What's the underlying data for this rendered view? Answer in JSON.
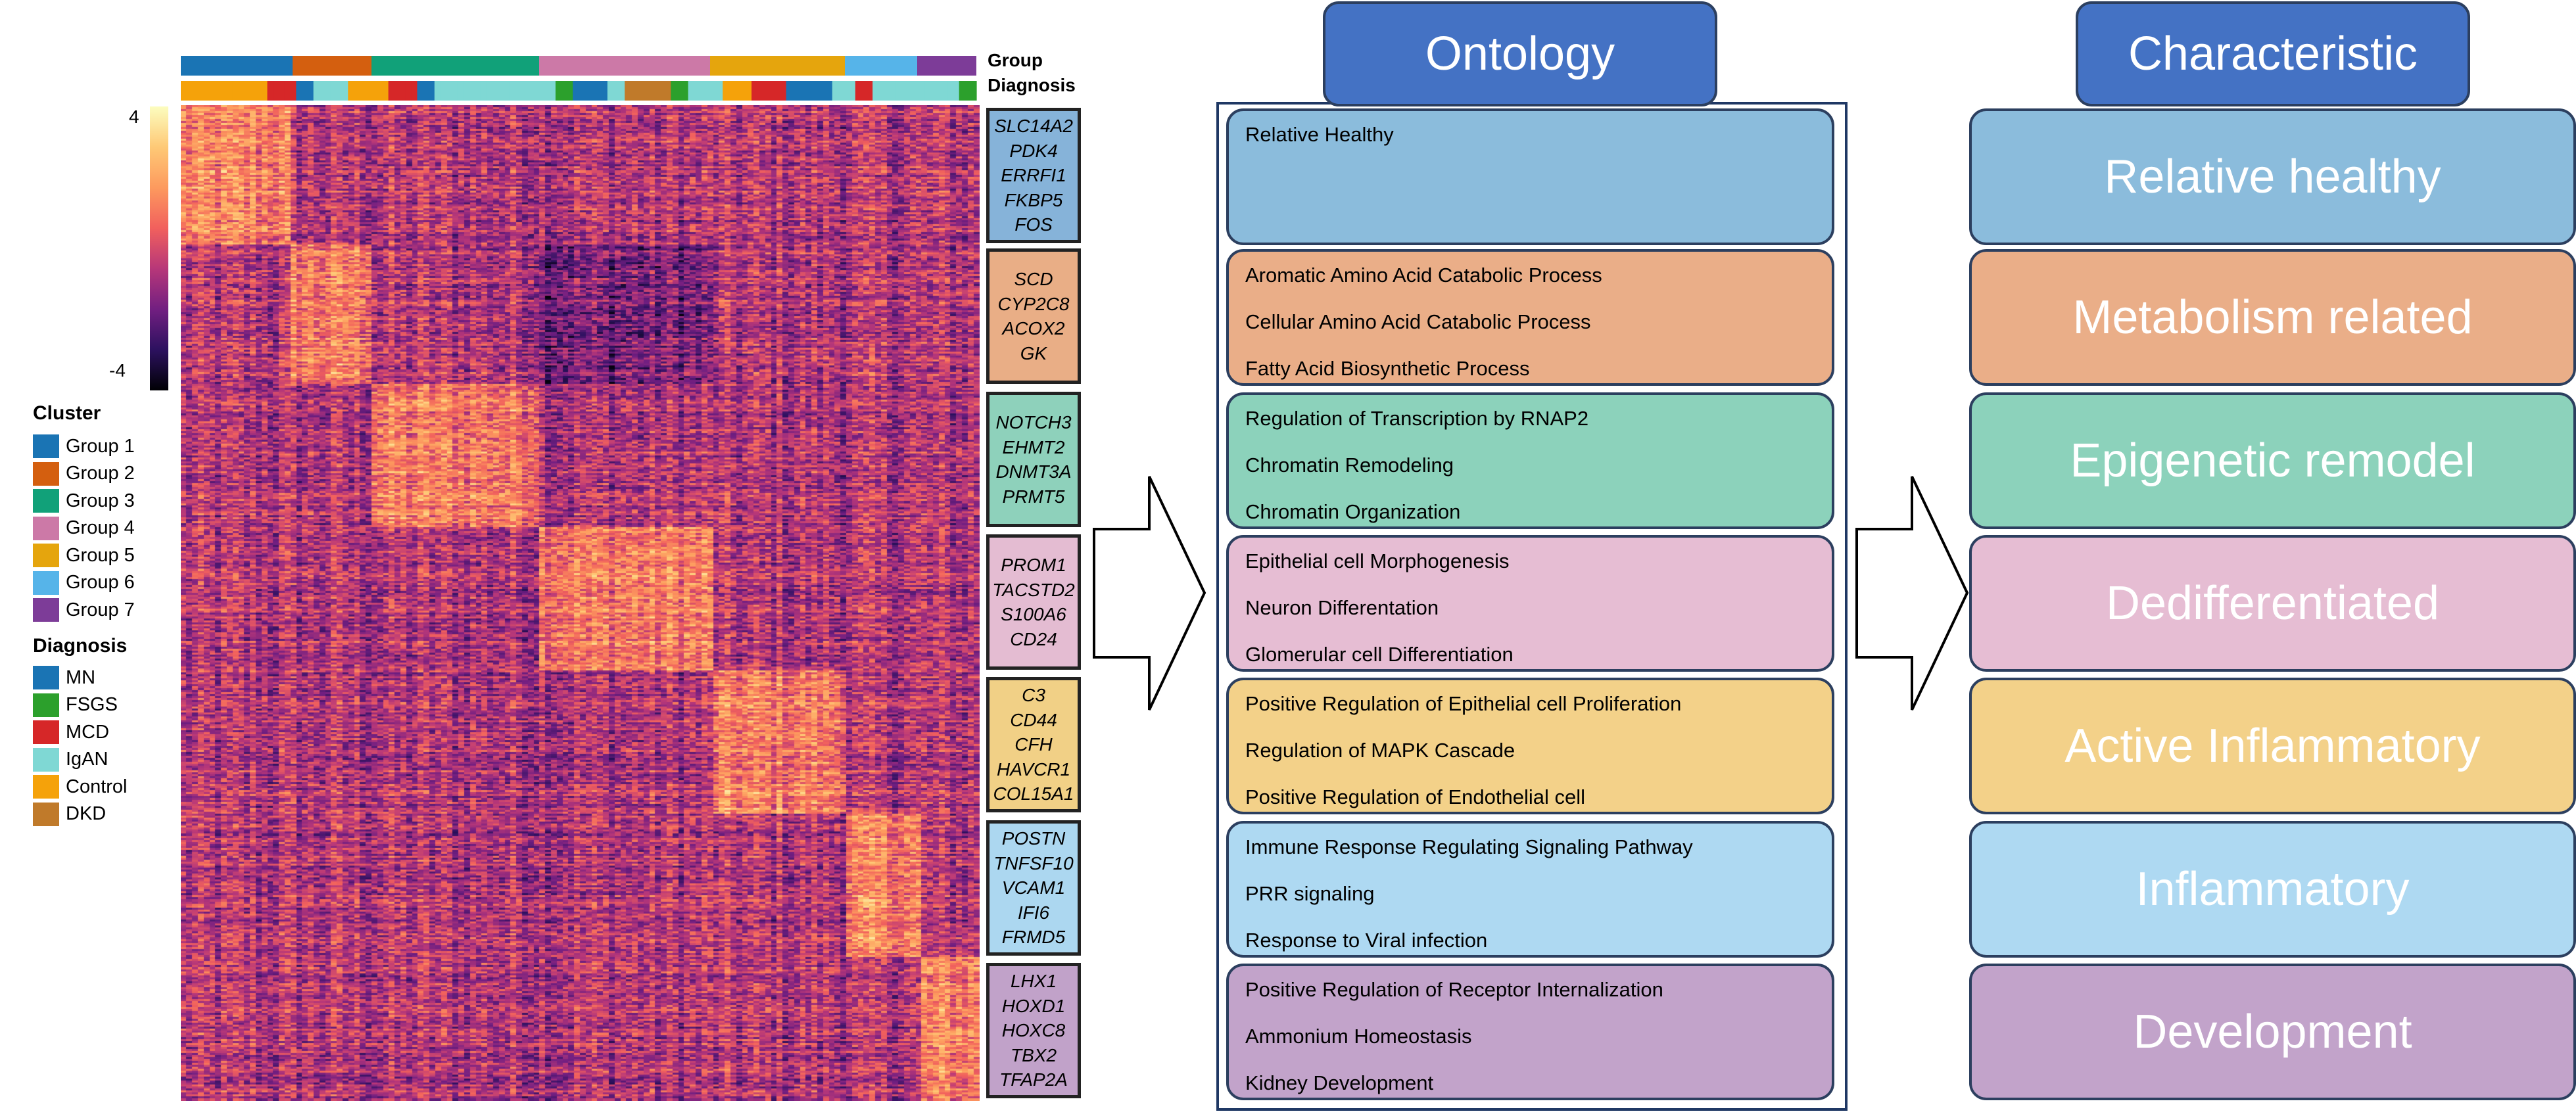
{
  "header_labels": {
    "group": "Group",
    "diagnosis": "Diagnosis"
  },
  "color_scale": {
    "max_label": "4",
    "min_label": "-4",
    "colors": [
      "#fcfdbf",
      "#fec976",
      "#fd9a5e",
      "#f1605d",
      "#b73779",
      "#721f81",
      "#2c115f",
      "#000004"
    ]
  },
  "legend": {
    "cluster_title": "Cluster",
    "clusters": [
      {
        "label": "Group 1",
        "color": "#1a74b4"
      },
      {
        "label": "Group 2",
        "color": "#d45f0f"
      },
      {
        "label": "Group 3",
        "color": "#11a179"
      },
      {
        "label": "Group 4",
        "color": "#cc79a7"
      },
      {
        "label": "Group 5",
        "color": "#e5a50d"
      },
      {
        "label": "Group 6",
        "color": "#56b4e9"
      },
      {
        "label": "Group 7",
        "color": "#7d3c98"
      }
    ],
    "diagnosis_title": "Diagnosis",
    "diagnoses": [
      {
        "label": "MN",
        "color": "#1a74b4"
      },
      {
        "label": "FSGS",
        "color": "#2ca02c"
      },
      {
        "label": "MCD",
        "color": "#d62728"
      },
      {
        "label": "IgAN",
        "color": "#7fd8d4"
      },
      {
        "label": "Control",
        "color": "#f5a20a"
      },
      {
        "label": "DKD",
        "color": "#c07a2a"
      }
    ]
  },
  "gene_boxes": [
    {
      "genes": [
        "SLC14A2",
        "PDK4",
        "ERRFI1",
        "FKBP5",
        "FOS"
      ],
      "color": "#86b3d9"
    },
    {
      "genes": [
        "SCD",
        "CYP2C8",
        "ACOX2",
        "GK"
      ],
      "color": "#e9ae86"
    },
    {
      "genes": [
        "NOTCH3",
        "EHMT2",
        "DNMT3A",
        "PRMT5"
      ],
      "color": "#8ed1bb"
    },
    {
      "genes": [
        "PROM1",
        "TACSTD2",
        "S100A6",
        "CD24"
      ],
      "color": "#e4bcd2"
    },
    {
      "genes": [
        "C3",
        "CD44",
        "CFH",
        "HAVCR1",
        "COL15A1"
      ],
      "color": "#f1d086"
    },
    {
      "genes": [
        "POSTN",
        "TNFSF10",
        "VCAM1",
        "IFI6",
        "FRMD5"
      ],
      "color": "#acd7f0"
    },
    {
      "genes": [
        "LHX1",
        "HOXD1",
        "HOXC8",
        "TBX2",
        "TFAP2A"
      ],
      "color": "#c1a2c9"
    }
  ],
  "ontology": {
    "title": "Ontology",
    "boxes": [
      {
        "terms": [
          "Relative Healthy"
        ],
        "color": "#8bbcdc"
      },
      {
        "terms": [
          "Aromatic Amino Acid Catabolic Process",
          "Cellular Amino Acid Catabolic Process",
          "Fatty Acid Biosynthetic Process"
        ],
        "color": "#eaae88"
      },
      {
        "terms": [
          "Regulation of Transcription by RNAP2",
          "Chromatin Remodeling",
          "Chromatin Organization"
        ],
        "color": "#8cd2bb"
      },
      {
        "terms": [
          "Epithelial cell Morphogenesis",
          "Neuron Differentation",
          "Glomerular cell Differentiation"
        ],
        "color": "#e6bdd3"
      },
      {
        "terms": [
          "Positive Regulation of Epithelial cell Proliferation",
          "Regulation of MAPK Cascade",
          "Positive Regulation of Endothelial cell"
        ],
        "color": "#f3d189"
      },
      {
        "terms": [
          "Immune Response Regulating Signaling Pathway",
          "PRR signaling",
          "Response to Viral infection"
        ],
        "color": "#aed9f2"
      },
      {
        "terms": [
          "Positive Regulation of Receptor Internalization",
          "Ammonium Homeostasis",
          "Kidney Development"
        ],
        "color": "#c2a3ca"
      }
    ]
  },
  "characteristic": {
    "title": "Characteristic",
    "boxes": [
      {
        "label": "Relative healthy",
        "color": "#8bbcdc"
      },
      {
        "label": "Metabolism related",
        "color": "#eaae88"
      },
      {
        "label": "Epigenetic remodel",
        "color": "#8cd2bb"
      },
      {
        "label": "Dedifferentiated",
        "color": "#e6bdd3"
      },
      {
        "label": "Active Inflammatory",
        "color": "#f3d189"
      },
      {
        "label": "Inflammatory",
        "color": "#aed9f2"
      },
      {
        "label": "Development",
        "color": "#c2a3ca"
      }
    ]
  },
  "header_btn_color": "#4472c4"
}
